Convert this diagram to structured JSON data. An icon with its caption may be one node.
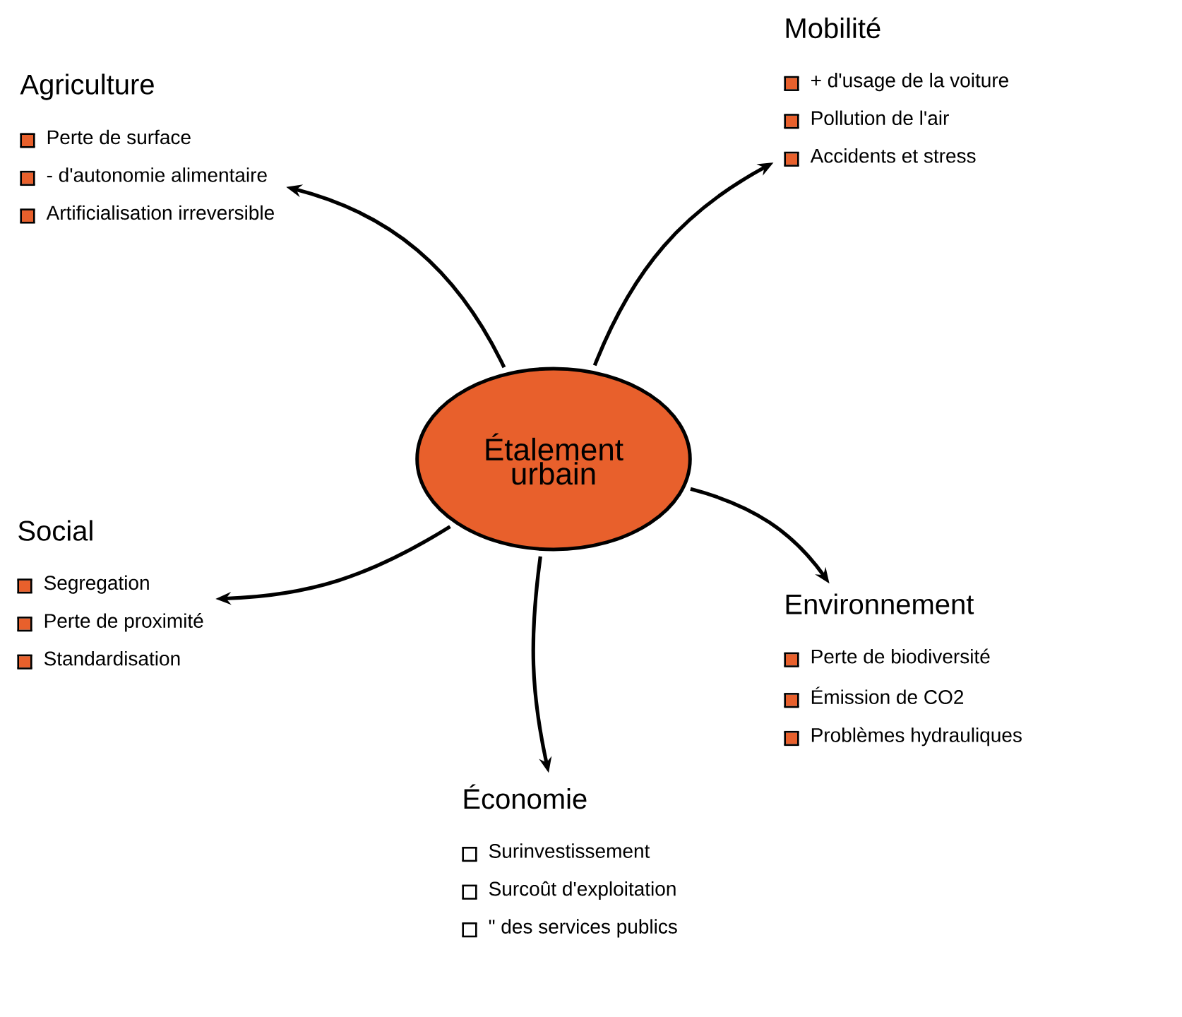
{
  "diagram": {
    "nodes": [
      {
        "text": [
          "Étalement urbain"
        ]
      },
      {
        "text": [
          "Agriculture",
          "Perte de surface",
          "- d'autonomie alimentaire",
          "Artificialisation irreversible"
        ]
      },
      {
        "text": [
          "Mobilité",
          "+ d'usage de la voiture",
          "Pollution de l'air",
          "Accidents et stress"
        ]
      },
      {
        "text": [
          "Social",
          "Segregation",
          "Perte de proximité",
          "Standardisation"
        ]
      },
      {
        "text": [
          "Environnement",
          "Perte de biodiversité",
          "Émission de CO2",
          "Problèmes hydrauliques"
        ]
      },
      {
        "text": [
          "Économie",
          "Surinvestissement",
          "Surcoût d'exploitation",
          "\" des services publics"
        ]
      }
    ],
    "edges": [
      {
        "from": 0,
        "to": 1,
        "arrow": "to"
      },
      {
        "from": 0,
        "to": 2,
        "arrow": "to"
      },
      {
        "from": 0,
        "to": 3,
        "arrow": "to"
      },
      {
        "from": 0,
        "to": 4,
        "arrow": "to"
      },
      {
        "from": 0,
        "to": 5,
        "arrow": "to"
      }
    ]
  }
}
